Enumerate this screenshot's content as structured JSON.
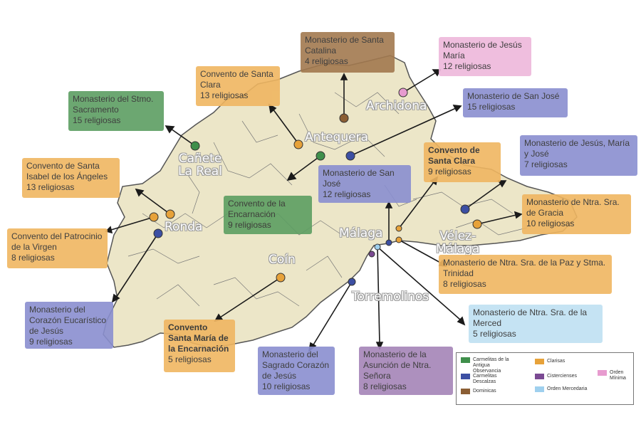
{
  "towns": {
    "archidona": "Archidona",
    "antequera": "Antequera",
    "canete": "Cañete\nLa Real",
    "ronda": "Ronda",
    "coin": "Coín",
    "malaga": "Málaga",
    "velez": "Vélez-\nMálaga",
    "torremolinos": "Torremolinos"
  },
  "labels": [
    {
      "id": "santa-catalina",
      "name": "Monasterio de Santa Catalina",
      "count": "4 religiosas",
      "color": "brown"
    },
    {
      "id": "jesus-maria",
      "name": "Monasterio de Jesús María",
      "count": "12 religiosas",
      "color": "pink"
    },
    {
      "id": "santa-clara-antequera",
      "name": "Convento de Santa Clara",
      "count": "13 religiosas",
      "color": "orange"
    },
    {
      "id": "stmo-sacramento",
      "name": "Monasterio del Stmo. Sacramento",
      "count": "15 religiosas",
      "color": "green"
    },
    {
      "id": "san-jose-archidona",
      "name": "Monasterio de San José",
      "count": "15 religiosas",
      "color": "blue"
    },
    {
      "id": "santa-isabel",
      "name": "Convento de Santa Isabel de los Ángeles",
      "count": "13 religiosas",
      "color": "orange"
    },
    {
      "id": "san-jose-antequera",
      "name": "Monasterio de San José",
      "count": "12 religiosas",
      "color": "blue"
    },
    {
      "id": "santa-clara-malaga",
      "name": "Convento de Santa Clara",
      "count": "9 religiosas",
      "color": "orange"
    },
    {
      "id": "jesus-maria-jose",
      "name": "Monasterio de Jesús, María y José",
      "count": "7 religiosas",
      "color": "blue"
    },
    {
      "id": "encarnacion-antequera",
      "name": "Convento de la Encarnación",
      "count": "9 religiosas",
      "color": "green"
    },
    {
      "id": "gracia",
      "name": "Monasterio de Ntra. Sra. de Gracia",
      "count": "10 religiosas",
      "color": "orange"
    },
    {
      "id": "patrocinio",
      "name": "Convento del Patrocinio de la Virgen",
      "count": "8 religiosas",
      "color": "orange"
    },
    {
      "id": "paz-trinidad",
      "name": "Monasterio de Ntra. Sra. de la Paz y Stma. Trinidad",
      "count": "8 religiosas",
      "color": "orange"
    },
    {
      "id": "corazon-eucaristico",
      "name": "Monasterio del Corazón Eucarístico de Jesús",
      "count": "9 religiosas",
      "color": "blue"
    },
    {
      "id": "merced",
      "name": "Monasterio de Ntra. Sra. de la Merced",
      "count": "5 religiosas",
      "color": "lightblue"
    },
    {
      "id": "santa-maria-encarnacion",
      "name": "Convento Santa María de la Encarnación",
      "count": "5 religiosas",
      "color": "orange"
    },
    {
      "id": "sagrado-corazon",
      "name": "Monasterio del Sagrado Corazón de Jesús",
      "count": "10 religiosas",
      "color": "blue"
    },
    {
      "id": "asuncion",
      "name": "Monasterio de la Asunción de Ntra. Señora",
      "count": "8 religiosas",
      "color": "purple"
    }
  ],
  "legend": {
    "items": [
      {
        "label": "Carmelitas de la Antigua Observancia",
        "color": "#3f8f4b"
      },
      {
        "label": "Clarisas",
        "color": "#e7a23a"
      },
      {
        "label": "Orden Mínima",
        "color": "#e79bcf"
      },
      {
        "label": "Carmelitas Descalzas",
        "color": "#3c4fa3"
      },
      {
        "label": "Cistercienses",
        "color": "#7b4a93"
      },
      {
        "label": "Dominicas",
        "color": "#8b5e34"
      },
      {
        "label": "Orden Mercedaria",
        "color": "#9fd0ee"
      }
    ]
  },
  "colors": {
    "map_fill": "#ece6c8",
    "map_border": "#555555"
  }
}
